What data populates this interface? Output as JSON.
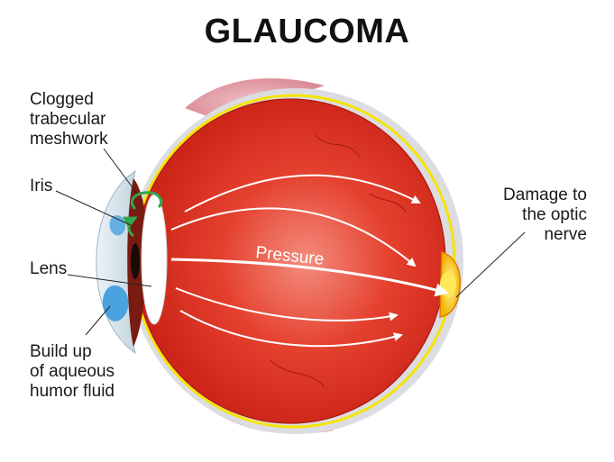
{
  "title": "GLAUCOMA",
  "labels": {
    "trabecular": [
      "Clogged",
      "trabecular",
      "meshwork"
    ],
    "iris": [
      "Iris"
    ],
    "lens": [
      "Lens"
    ],
    "aqueous": [
      "Build up",
      "of aqueous",
      "humor fluid"
    ],
    "optic": [
      "Damage to",
      "the optic",
      "nerve"
    ],
    "pressure": "Pressure"
  },
  "colors": {
    "sclera_outer": "#d9d9de",
    "eyeball": "#d8261c",
    "eyeball_center": "#f07a6a",
    "muscle": "#e8a6ad",
    "retina_line": "#f6e400",
    "arrows": "#ffffff",
    "fluid": "#4aa3df",
    "green_arrow": "#2fa84f"
  },
  "icons": [
    "eyeball-cross-section",
    "pressure-arrow",
    "flow-arrow",
    "optic-nerve",
    "lens",
    "iris",
    "cornea",
    "aqueous-fluid"
  ]
}
